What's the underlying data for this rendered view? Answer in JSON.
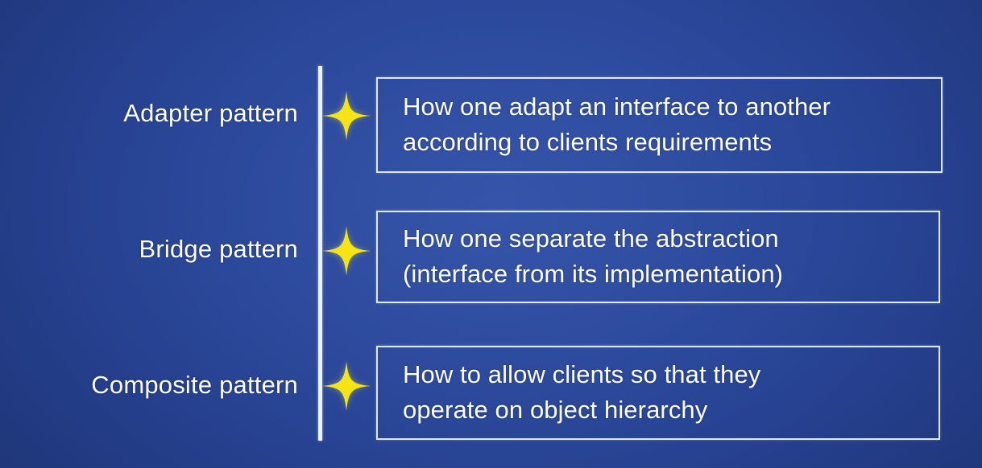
{
  "slide": {
    "background_color": "#2a489d",
    "text_color": "#ffffff",
    "box_border_color": "#dfe8f7",
    "rail_color": "#eef3fb",
    "accent_color": "#f5e517"
  },
  "rows": [
    {
      "label": "Adapter pattern",
      "bullet_icon": "sparkle-star-icon",
      "description_lines": [
        "How one adapt an interface to another",
        "according to clients requirements"
      ]
    },
    {
      "label": "Bridge pattern",
      "bullet_icon": "sparkle-star-icon",
      "description_lines": [
        "How one separate the abstraction",
        "(interface from its implementation)"
      ]
    },
    {
      "label": "Composite pattern",
      "bullet_icon": "sparkle-star-icon",
      "description_lines": [
        "How to allow clients so that they",
        "operate on object hierarchy"
      ]
    }
  ]
}
